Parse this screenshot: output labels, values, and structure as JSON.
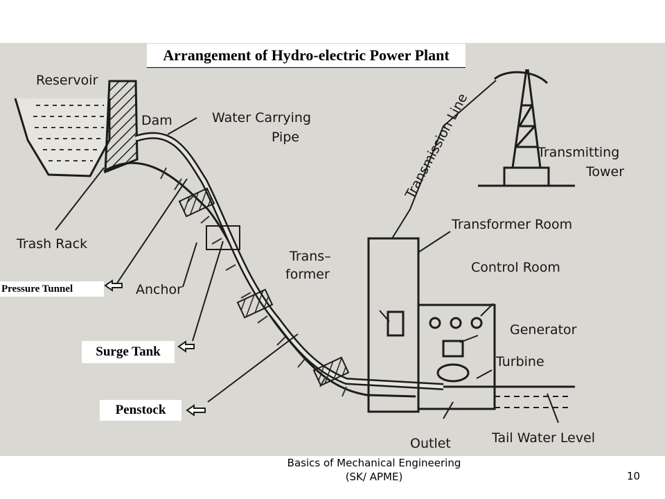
{
  "title": "Arrangement of Hydro-electric Power Plant",
  "labels": {
    "reservoir": "Reservoir",
    "dam": "Dam",
    "water_carrying_1": "Water Carrying",
    "water_carrying_2": "Pipe",
    "transmission_line": "Transmission Line",
    "transmitting_1": "Transmitting",
    "transmitting_2": "Tower",
    "trash_rack": "Trash Rack",
    "transformer_room": "Transformer Room",
    "transformer_1": "Trans–",
    "transformer_2": "former",
    "control_room": "Control Room",
    "anchor": "Anchor",
    "generator": "Generator",
    "turbine": "Turbine",
    "outlet": "Outlet",
    "tail_water_level": "Tail Water Level"
  },
  "callouts": {
    "pressure_tunnel": "Pressure Tunnel",
    "surge_tank": "Surge Tank",
    "penstock": "Penstock"
  },
  "footer": {
    "line1": "Basics of Mechanical Engineering",
    "line2": "(SK/ APME)",
    "page": "10"
  }
}
